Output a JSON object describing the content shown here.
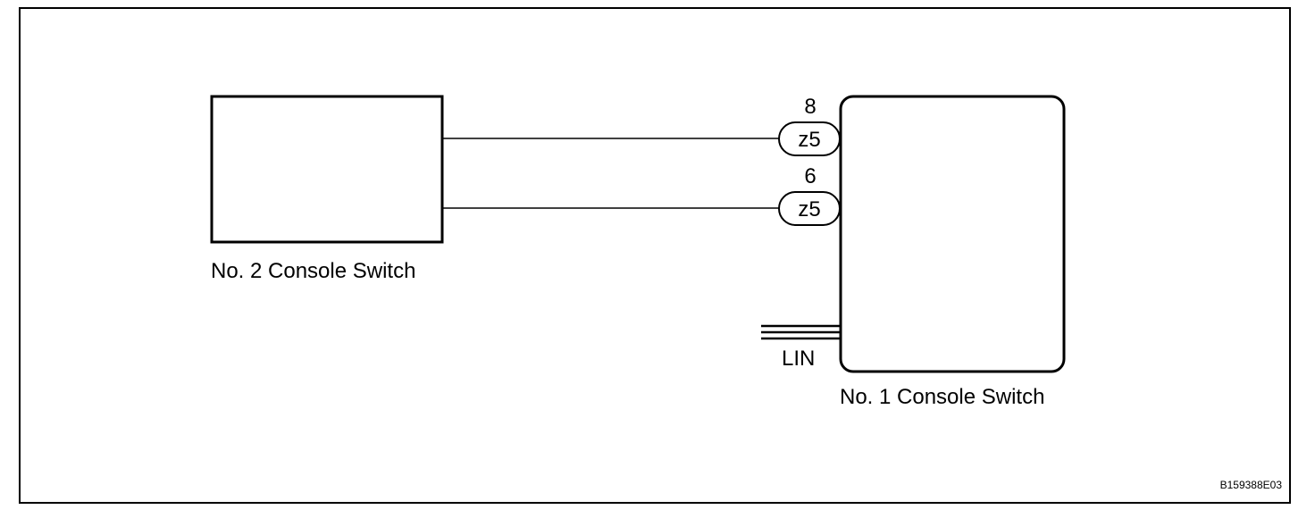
{
  "components": {
    "switch2": {
      "label": "No. 2 Console Switch"
    },
    "switch1": {
      "label": "No. 1 Console Switch"
    }
  },
  "connections": [
    {
      "pin": "8",
      "connector": "z5"
    },
    {
      "pin": "6",
      "connector": "z5"
    }
  ],
  "bus": {
    "label": "LIN"
  },
  "figure_id": "B159388E03"
}
